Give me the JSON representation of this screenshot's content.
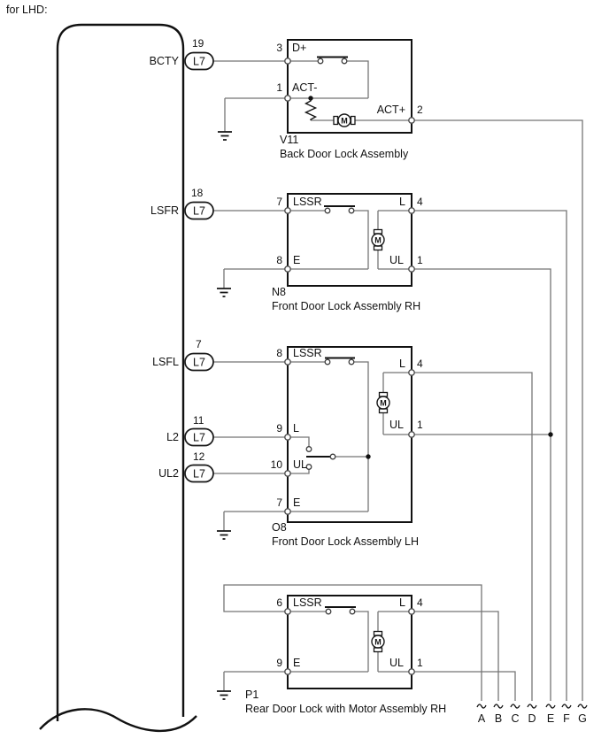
{
  "page": {
    "note": "for LHD:"
  },
  "ecu": {
    "pins": [
      {
        "signal": "BCTY",
        "pin_no": "19",
        "connector": "L7"
      },
      {
        "signal": "LSFR",
        "pin_no": "18",
        "connector": "L7"
      },
      {
        "signal": "LSFL",
        "pin_no": "7",
        "connector": "L7"
      },
      {
        "signal": "L2",
        "pin_no": "11",
        "connector": "L7"
      },
      {
        "signal": "UL2",
        "pin_no": "12",
        "connector": "L7"
      }
    ]
  },
  "components": {
    "v11": {
      "code": "V11",
      "name": "Back Door Lock Assembly",
      "pins": {
        "dplus": {
          "no": "3",
          "label": "D+"
        },
        "act_minus": {
          "no": "1",
          "label": "ACT-"
        },
        "act_plus": {
          "no": "2",
          "label": "ACT+"
        }
      }
    },
    "n8": {
      "code": "N8",
      "name": "Front Door Lock Assembly RH",
      "pins": {
        "lssr": {
          "no": "7",
          "label": "LSSR"
        },
        "e": {
          "no": "8",
          "label": "E"
        },
        "l": {
          "no": "4",
          "label": "L"
        },
        "ul": {
          "no": "1",
          "label": "UL"
        }
      }
    },
    "o8": {
      "code": "O8",
      "name": "Front Door Lock Assembly LH",
      "pins": {
        "lssr": {
          "no": "8",
          "label": "LSSR"
        },
        "l_in": {
          "no": "9",
          "label": "L"
        },
        "ul_in": {
          "no": "10",
          "label": "UL"
        },
        "e": {
          "no": "7",
          "label": "E"
        },
        "l": {
          "no": "4",
          "label": "L"
        },
        "ul": {
          "no": "1",
          "label": "UL"
        }
      }
    },
    "p1": {
      "code": "P1",
      "name": "Rear Door Lock with Motor Assembly RH",
      "pins": {
        "lssr": {
          "no": "6",
          "label": "LSSR"
        },
        "e": {
          "no": "9",
          "label": "E"
        },
        "l": {
          "no": "4",
          "label": "L"
        },
        "ul": {
          "no": "1",
          "label": "UL"
        }
      }
    }
  },
  "symbols": {
    "motor": "M"
  },
  "offpage_connectors": {
    "labels": [
      "A",
      "B",
      "C",
      "D",
      "E",
      "F",
      "G"
    ]
  },
  "colors": {
    "background": "#ffffff",
    "wire": "#757575",
    "component_outline": "#111111",
    "text": "#111111"
  }
}
